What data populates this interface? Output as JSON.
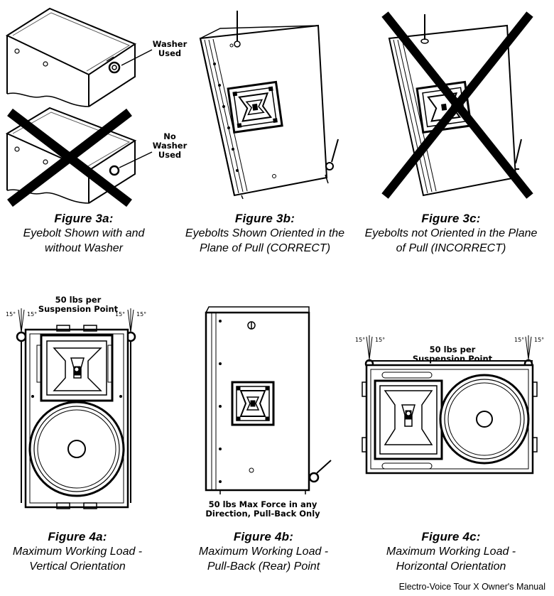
{
  "figures": {
    "fig3a": {
      "title": "Figure 3a:",
      "line1": "Eyebolt Shown with and",
      "line2": "without Washer",
      "callout_top": "Washer\nUsed",
      "callout_bottom": "No\nWasher\nUsed"
    },
    "fig3b": {
      "title": "Figure 3b:",
      "line1": "Eyebolts Shown Oriented in the",
      "line2": "Plane of Pull (CORRECT)"
    },
    "fig3c": {
      "title": "Figure 3c:",
      "line1": "Eyebolts not Oriented in the Plane",
      "line2": "of Pull  (INCORRECT)"
    },
    "fig4a": {
      "title": "Figure 4a:",
      "line1": "Maximum Working Load -",
      "line2": "Vertical Orientation",
      "callout": "50 lbs per\nSuspension Point",
      "deg": "15°"
    },
    "fig4b": {
      "title": "Figure 4b:",
      "line1": "Maximum Working Load -",
      "line2": "Pull-Back (Rear) Point",
      "callout": "50 lbs Max Force in any\nDirection, Pull-Back Only"
    },
    "fig4c": {
      "title": "Figure 4c:",
      "line1": "Maximum Working Load -",
      "line2": "Horizontal Orientation",
      "callout": "50 lbs per\nSuspension Point",
      "deg": "15°"
    }
  },
  "footer": "Electro-Voice Tour X Owner's Manual"
}
